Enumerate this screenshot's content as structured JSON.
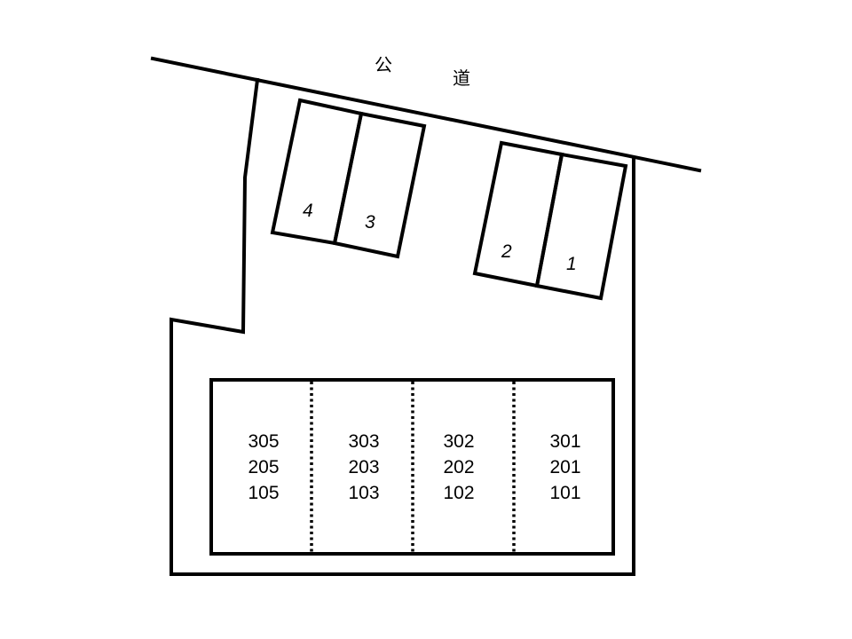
{
  "road": {
    "label_1": "公",
    "label_2": "道"
  },
  "parking": {
    "slots": [
      {
        "label": "4"
      },
      {
        "label": "3"
      },
      {
        "label": "2"
      },
      {
        "label": "1"
      }
    ]
  },
  "building": {
    "columns": [
      {
        "units": [
          "305",
          "205",
          "105"
        ]
      },
      {
        "units": [
          "303",
          "203",
          "103"
        ]
      },
      {
        "units": [
          "302",
          "202",
          "102"
        ]
      },
      {
        "units": [
          "301",
          "201",
          "101"
        ]
      }
    ]
  }
}
